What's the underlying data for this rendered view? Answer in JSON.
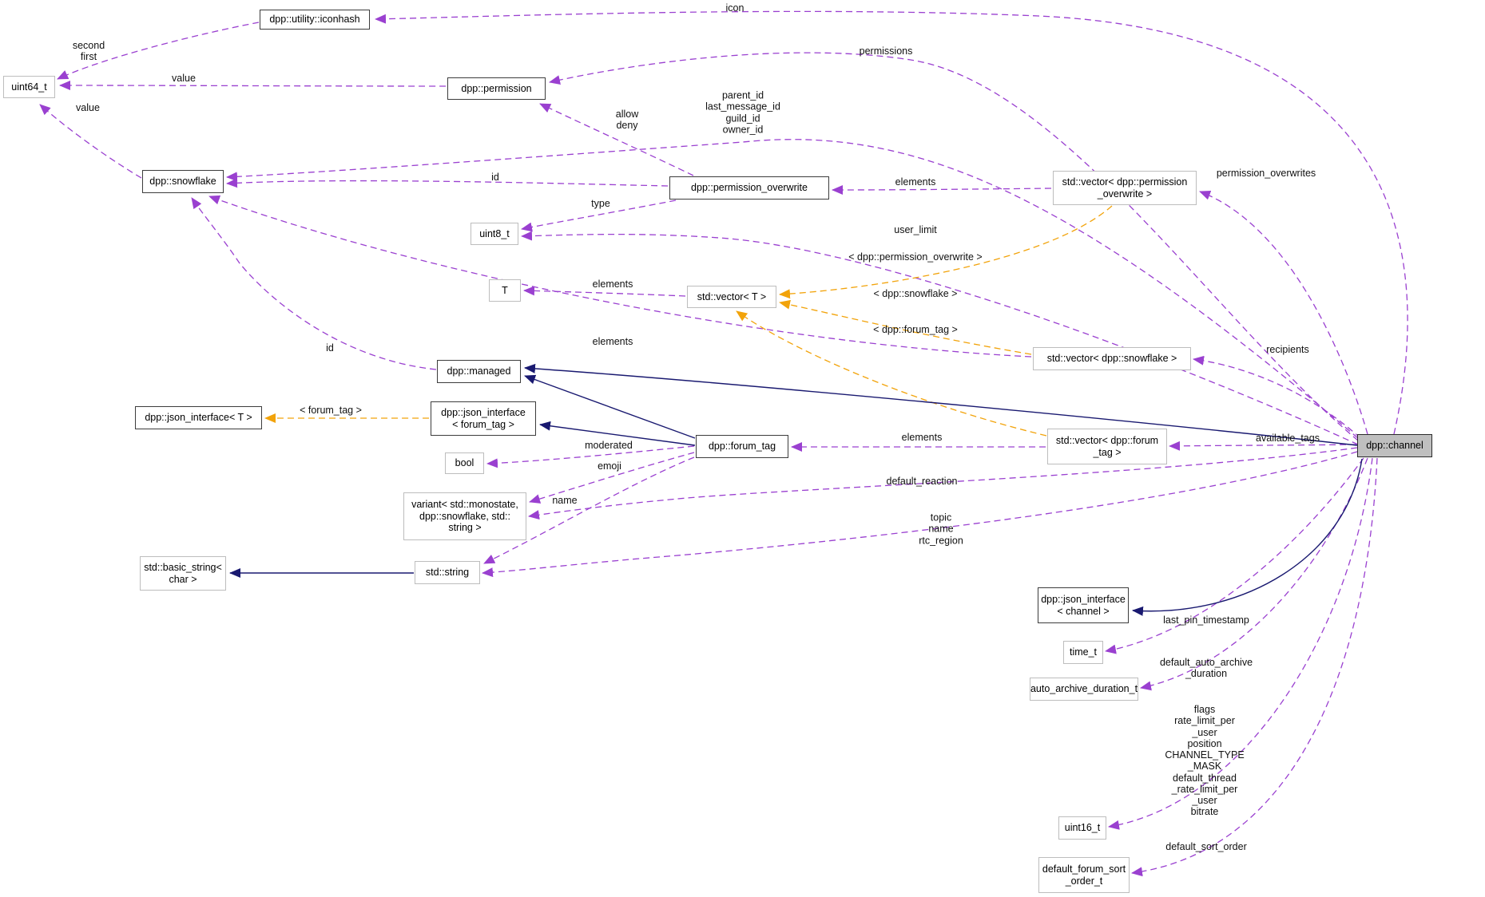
{
  "nodes": {
    "iconhash": {
      "label": "dpp::utility::iconhash"
    },
    "uint64": {
      "label": "uint64_t"
    },
    "permission": {
      "label": "dpp::permission"
    },
    "snowflake": {
      "label": "dpp::snowflake"
    },
    "perm_ov": {
      "label": "dpp::permission_overwrite"
    },
    "vec_perm_ov": {
      "label": "std::vector< dpp::permission\n_overwrite >"
    },
    "uint8": {
      "label": "uint8_t"
    },
    "t": {
      "label": "T"
    },
    "vec_t": {
      "label": "std::vector< T >"
    },
    "vec_snowflake": {
      "label": "std::vector< dpp::snowflake >"
    },
    "managed": {
      "label": "dpp::managed"
    },
    "ji_t": {
      "label": "dpp::json_interface< T >"
    },
    "ji_ft": {
      "label": "dpp::json_interface\n< forum_tag >"
    },
    "forum_tag": {
      "label": "dpp::forum_tag"
    },
    "bool": {
      "label": "bool"
    },
    "vec_ft": {
      "label": "std::vector< dpp::forum\n_tag >"
    },
    "variant": {
      "label": "variant< std::monostate,\ndpp::snowflake, std::\nstring >"
    },
    "string": {
      "label": "std::string"
    },
    "basic_string": {
      "label": "std::basic_string<\nchar >"
    },
    "ji_channel": {
      "label": "dpp::json_interface\n< channel >"
    },
    "time_t": {
      "label": "time_t"
    },
    "aad": {
      "label": "auto_archive_duration_t"
    },
    "uint16": {
      "label": "uint16_t"
    },
    "dfso": {
      "label": "default_forum_sort\n_order_t"
    },
    "channel": {
      "label": "dpp::channel"
    }
  },
  "edge_labels": {
    "icon": "icon",
    "second_first": "second\nfirst",
    "value1": "value",
    "value2": "value",
    "permissions": "permissions",
    "parent_block": "parent_id\nlast_message_id\nguild_id\nowner_id",
    "allow_deny": "allow\ndeny",
    "id1": "id",
    "type": "type",
    "elements1": "elements",
    "permission_overwrites": "permission_overwrites",
    "user_limit": "user_limit",
    "tmpl_perm_ov": "< dpp::permission_overwrite >",
    "elements2": "elements",
    "tmpl_snowflake": "< dpp::snowflake >",
    "tmpl_forum_tag": "< dpp::forum_tag >",
    "elements3": "elements",
    "recipients": "recipients",
    "id2": "id",
    "tmpl_ft2": "< forum_tag >",
    "moderated": "moderated",
    "elements4": "elements",
    "available_tags": "available_tags",
    "emoji": "emoji",
    "default_reaction": "default_reaction",
    "name": "name",
    "topic_block": "topic\nname\nrtc_region",
    "last_pin_timestamp": "last_pin_timestamp",
    "default_auto_archive": "default_auto_archive\n_duration",
    "flags_block": "flags\nrate_limit_per\n_user\nposition\nCHANNEL_TYPE\n_MASK\ndefault_thread\n_rate_limit_per\n_user\nbitrate",
    "default_sort_order": "default_sort_order"
  },
  "colors": {
    "edge_purple": "#9a40d0",
    "edge_orange": "#f2a30a",
    "edge_navy": "#191970",
    "node_border_dark": "#3c3c3c",
    "node_border_light": "#bdbdbd",
    "highlight_fill": "#bfbfbf",
    "background": "#ffffff"
  }
}
